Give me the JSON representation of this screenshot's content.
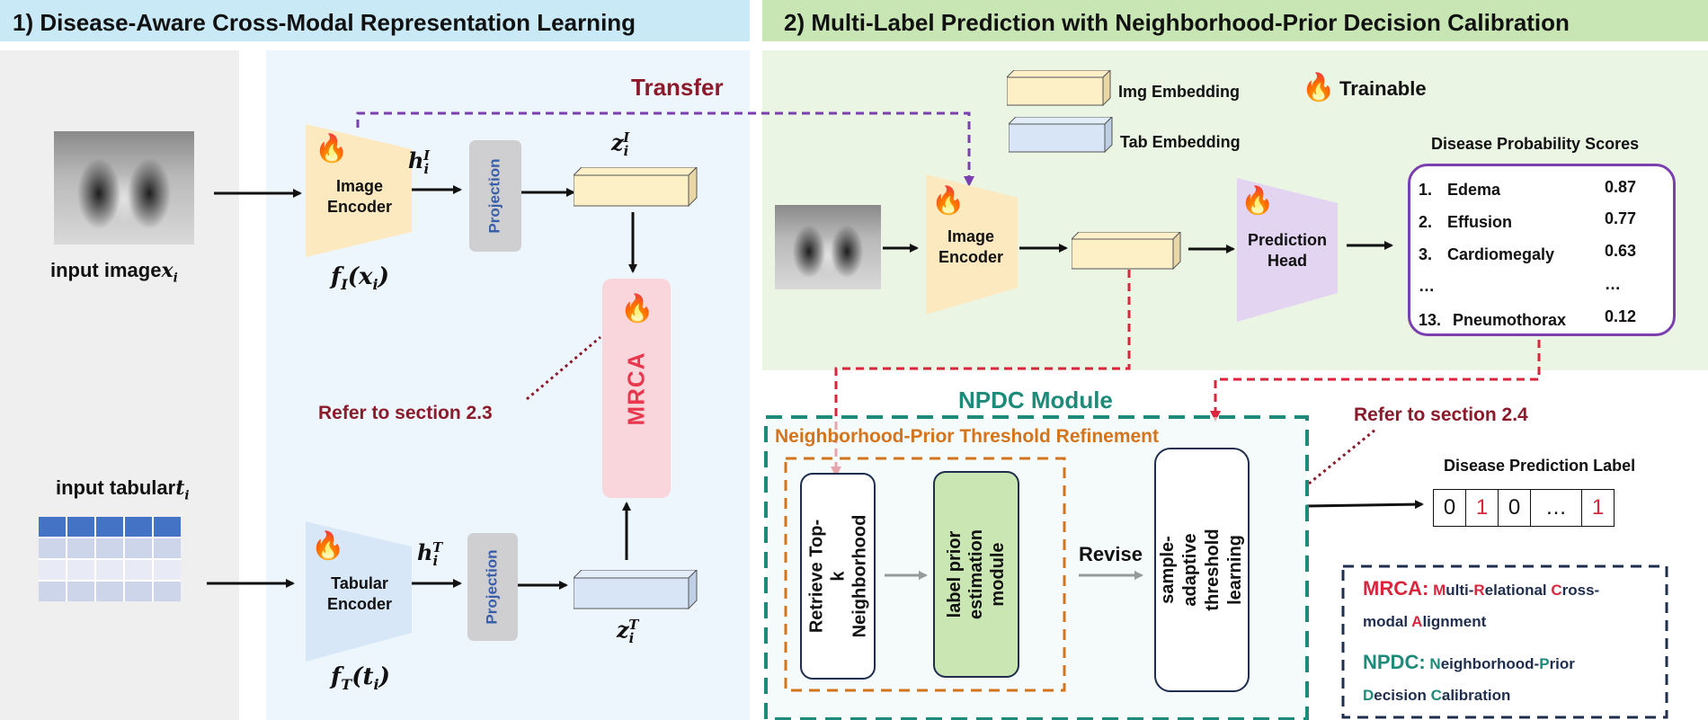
{
  "section1": {
    "title": "1) Disease-Aware Cross-Modal Representation Learning",
    "transfer_label": "Transfer",
    "input_image_label": "input image",
    "input_image_var": "x",
    "input_tabular_label": "input tabular",
    "input_tabular_var": "t",
    "image_encoder_label": "Image\nEncoder",
    "tabular_encoder_label": "Tabular\nEncoder",
    "projection_label": "Projection",
    "mrca_label": "MRCA",
    "refer_label": "Refer to section 2.3",
    "f_i": {
      "base": "f",
      "sub": "I",
      "arg": "(x",
      "arg_sub": "i",
      "close": ")"
    },
    "f_t": {
      "base": "f",
      "sub": "T",
      "arg": "(t",
      "arg_sub": "i",
      "close": ")"
    },
    "h_i": {
      "base": "h",
      "sub": "i",
      "sup": "I"
    },
    "h_t": {
      "base": "h",
      "sub": "i",
      "sup": "T"
    },
    "z_i": {
      "base": "z",
      "sub": "i",
      "sup": "I"
    },
    "z_t": {
      "base": "z",
      "sub": "i",
      "sup": "T"
    }
  },
  "section2": {
    "title": "2) Multi-Label Prediction with Neighborhood-Prior Decision Calibration",
    "legend": {
      "img_embedding": "Img Embedding",
      "tab_embedding": "Tab Embedding",
      "trainable": "Trainable"
    },
    "image_encoder_label": "Image\nEncoder",
    "prediction_head_label": "Prediction\nHead",
    "scores_title": "Disease Probability Scores",
    "scores": [
      {
        "rank": "1.",
        "name": "Edema",
        "value": "0.87"
      },
      {
        "rank": "2.",
        "name": "Effusion",
        "value": "0.77"
      },
      {
        "rank": "3.",
        "name": "Cardiomegaly",
        "value": "0.63"
      },
      {
        "rank": "…",
        "name": "",
        "value": "…"
      },
      {
        "rank": "13.",
        "name": "Pneumothorax",
        "value": "0.12"
      }
    ],
    "npdc_title": "NPDC Module",
    "refinement_title": "Neighborhood-Prior Threshold Refinement",
    "retrieve_label": "Retrieve Top-k\nNeighborhood",
    "label_prior_label": "label  prior\nestimation module",
    "revise_label": "Revise",
    "threshold_label": "sample-adaptive\nthreshold learning",
    "refer_label": "Refer to section 2.4",
    "prediction_label_title": "Disease Prediction Label",
    "prediction_cells": [
      "0",
      "1",
      "0",
      "…",
      "1"
    ]
  },
  "glossary": {
    "mrca_abbr": "MRCA:",
    "mrca_line1": [
      [
        "M",
        "red"
      ],
      [
        "ulti-",
        "dark"
      ],
      [
        "R",
        "red"
      ],
      [
        "elational ",
        "dark"
      ],
      [
        "C",
        "red"
      ],
      [
        "ross-",
        "dark"
      ]
    ],
    "mrca_line2": [
      [
        "modal ",
        "dark"
      ],
      [
        "A",
        "red"
      ],
      [
        "lignment",
        "dark"
      ]
    ],
    "npdc_abbr": "NPDC:",
    "npdc_line1": [
      [
        "N",
        "teal"
      ],
      [
        "eighborhood-",
        "dark"
      ],
      [
        "P",
        "teal"
      ],
      [
        "rior",
        "dark"
      ]
    ],
    "npdc_line2": [
      [
        "D",
        "teal"
      ],
      [
        "ecision ",
        "dark"
      ],
      [
        "C",
        "teal"
      ],
      [
        "alibration",
        "dark"
      ]
    ]
  },
  "colors": {
    "header_left_bg": "#c9e9f7",
    "header_right_bg": "#c8e6b4",
    "panel_gray": "#efefef",
    "panel_lightblue": "#eef6fd",
    "panel_green": "#eaf5e3",
    "image_encoder": "#fde9c0",
    "tabular_encoder": "#d7e7f8",
    "projection": "#cfcfd1",
    "projection_text": "#3a5fa8",
    "mrca_box": "#f9d6dc",
    "mrca_text": "#e8384f",
    "transfer_text": "#8b1a2b",
    "purple_arrow": "#7b3fb0",
    "red_arrow": "#d9263d",
    "teal": "#1e8a7a",
    "orange": "#d4741c",
    "navy": "#1f2d4e",
    "prediction_head": "#e3d4f1",
    "scores_border": "#7b3fb0",
    "label_prior_fill": "#c9e6b3",
    "glossary_red": "#d9263d",
    "glossary_teal": "#1e8a7a"
  },
  "icons": [
    "flame-icon",
    "xray-image",
    "table-grid"
  ]
}
